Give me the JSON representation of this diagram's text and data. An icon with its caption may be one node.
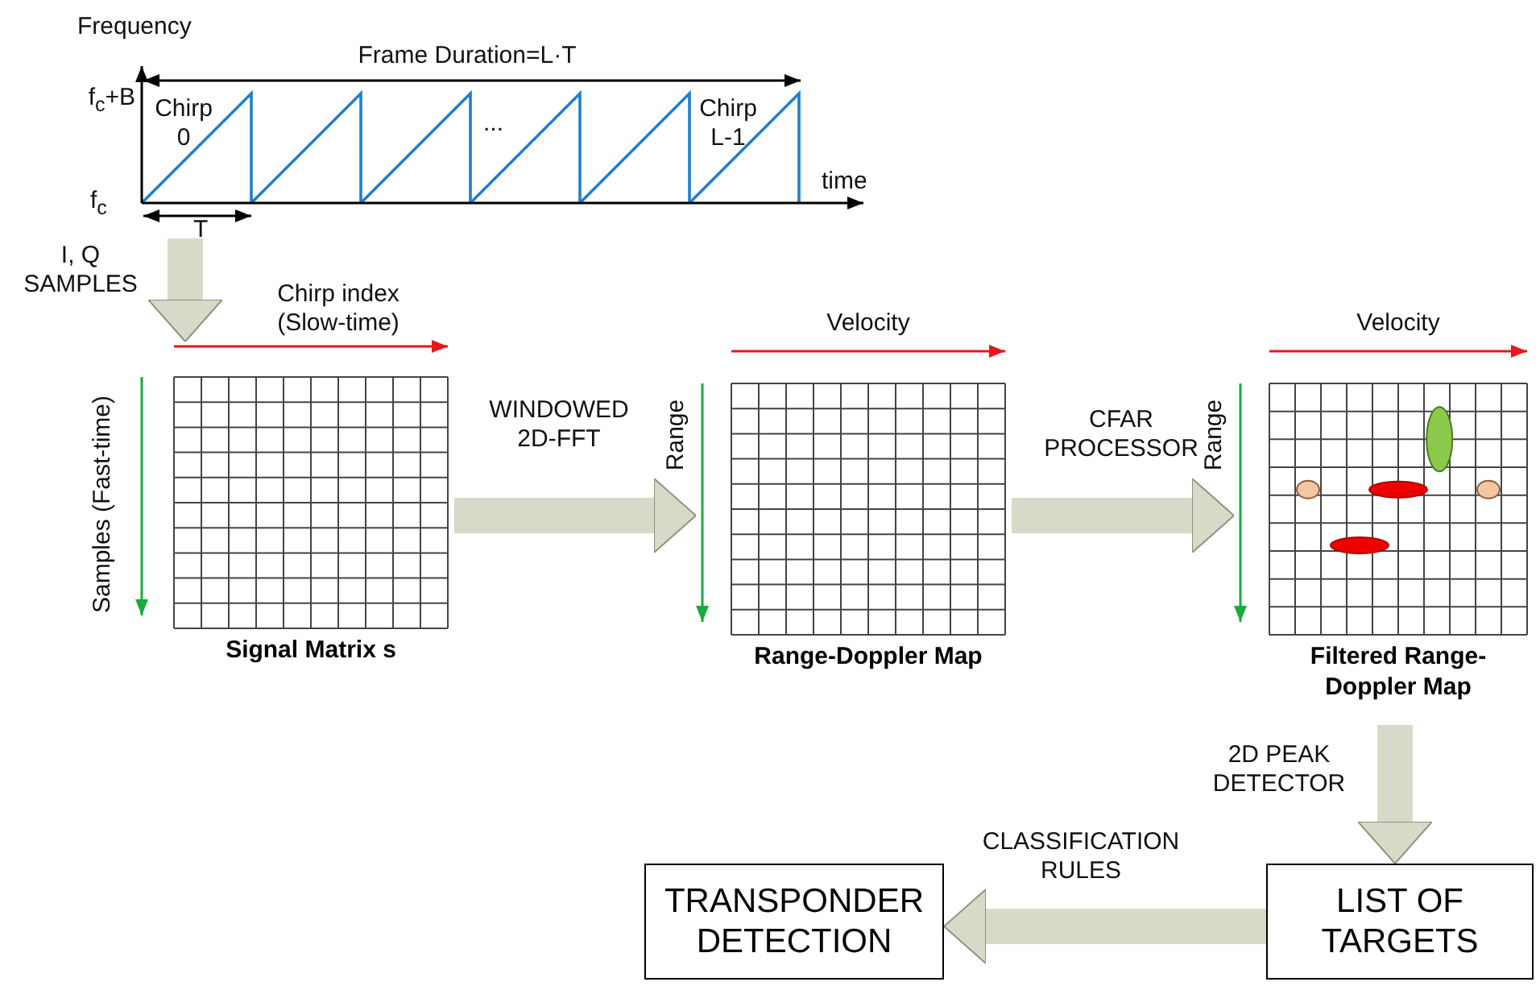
{
  "diagram": {
    "nodes": [
      {
        "text": [
          "Chirp 0",
          "...",
          "Chirp L-1",
          "time"
        ],
        "beside": [
          "Frequency",
          "Frame Duration=L·T",
          "f$_{c}$+B",
          "f$_{c}$",
          "T"
        ]
      },
      {
        "text": [
          "Signal Matrix s"
        ],
        "beside": [
          "Chirp index (Slow-time)",
          "Samples (Fast-time)"
        ]
      },
      {
        "text": [
          "Range-Doppler Map"
        ],
        "beside": [
          "Velocity",
          "Range"
        ]
      },
      {
        "text": [
          "Filtered Range-Doppler Map"
        ],
        "beside": [
          "Velocity",
          "Range"
        ]
      },
      {
        "text": [
          "LIST OF TARGETS"
        ]
      },
      {
        "text": [
          "TRANSPONDER DETECTION"
        ]
      }
    ],
    "edges": [
      {
        "from": 0,
        "to": 1,
        "arrow": "to",
        "label": "I, Q SAMPLES"
      },
      {
        "from": 1,
        "to": 2,
        "arrow": "to",
        "label": "WINDOWED 2D-FFT"
      },
      {
        "from": 2,
        "to": 3,
        "arrow": "to",
        "label": "CFAR PROCESSOR"
      },
      {
        "from": 3,
        "to": 4,
        "arrow": "to",
        "label": "2D PEAK DETECTOR"
      },
      {
        "from": 4,
        "to": 5,
        "arrow": "to",
        "label": "CLASSIFICATION RULES"
      }
    ]
  }
}
